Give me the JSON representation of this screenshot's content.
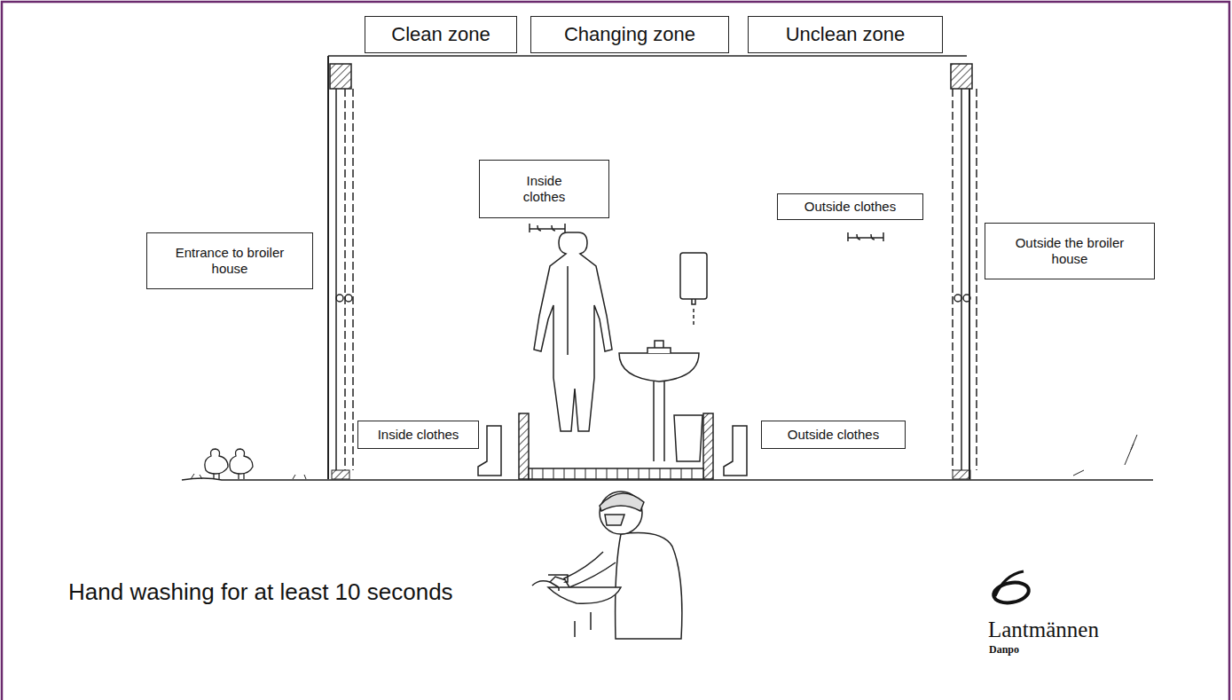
{
  "diagram": {
    "nodes": [
      {
        "text": [
          "Clean zone"
        ]
      },
      {
        "text": [
          "Changing zone"
        ]
      },
      {
        "text": [
          "Unclean zone"
        ]
      },
      {
        "text": [
          "Inside clothes"
        ]
      },
      {
        "text": [
          "Outside clothes"
        ]
      },
      {
        "text": [
          "Entrance to broiler house"
        ]
      },
      {
        "text": [
          "Outside the broiler house"
        ]
      },
      {
        "text": [
          "Inside clothes"
        ]
      },
      {
        "text": [
          "Outside clothes"
        ]
      }
    ],
    "labels": [
      "Hand washing for at least 10 seconds",
      "Lantmännen",
      "Danpo"
    ]
  }
}
